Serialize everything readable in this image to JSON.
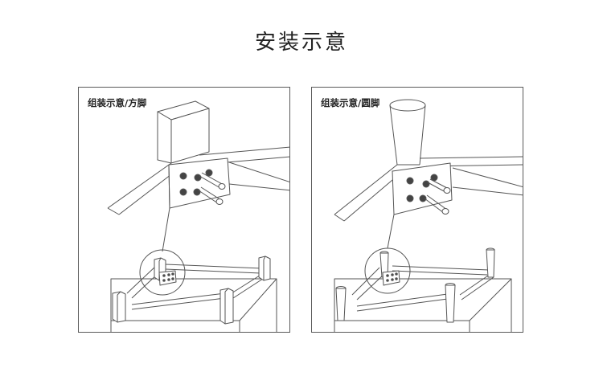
{
  "page": {
    "title": "安装示意"
  },
  "panels": [
    {
      "label": "组装示意/方脚",
      "leg_shape": "square"
    },
    {
      "label": "组装示意/圆脚",
      "leg_shape": "tapered-round"
    }
  ],
  "colors": {
    "line": "#555555",
    "fill_dark": "#444444",
    "background": "#ffffff"
  }
}
